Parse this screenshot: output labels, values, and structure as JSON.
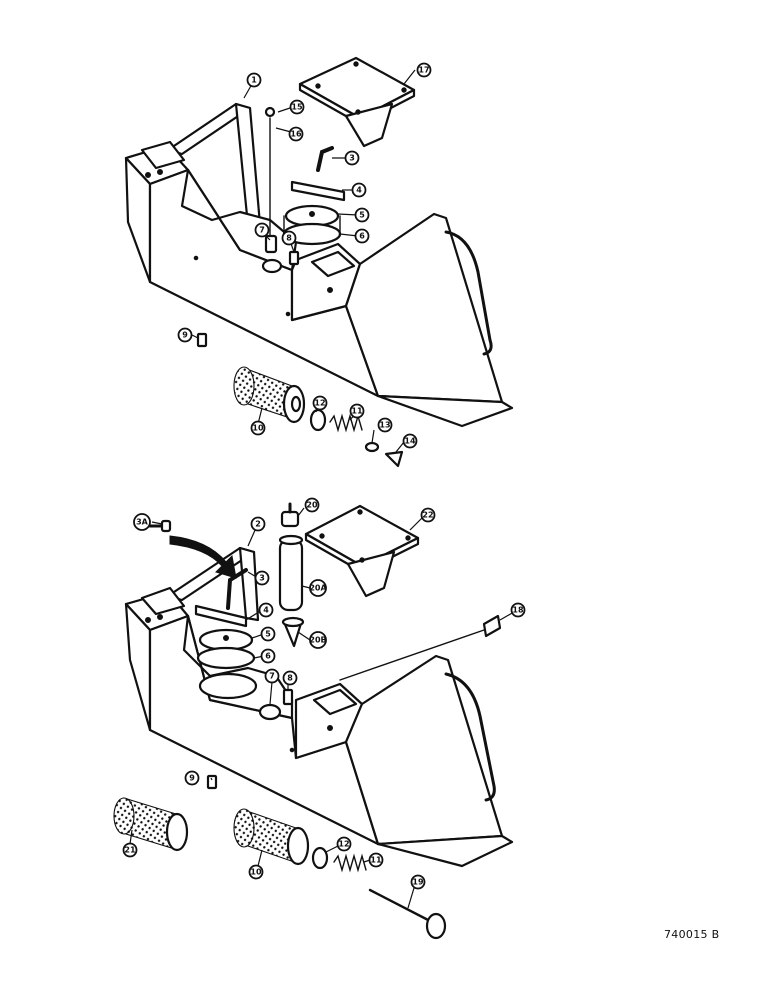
{
  "figure": {
    "reference_code": "740015 B"
  },
  "top_assembly": {
    "callouts": [
      {
        "id": "c1",
        "label": "1"
      },
      {
        "id": "c3",
        "label": "3"
      },
      {
        "id": "c4",
        "label": "4"
      },
      {
        "id": "c5",
        "label": "5"
      },
      {
        "id": "c6",
        "label": "6"
      },
      {
        "id": "c7",
        "label": "7"
      },
      {
        "id": "c8",
        "label": "8"
      },
      {
        "id": "c9",
        "label": "9"
      },
      {
        "id": "c10",
        "label": "10"
      },
      {
        "id": "c11",
        "label": "11"
      },
      {
        "id": "c12",
        "label": "12"
      },
      {
        "id": "c13",
        "label": "13"
      },
      {
        "id": "c14",
        "label": "14"
      },
      {
        "id": "c15",
        "label": "15"
      },
      {
        "id": "c16",
        "label": "16"
      },
      {
        "id": "c17",
        "label": "17"
      }
    ]
  },
  "bottom_assembly": {
    "callouts": [
      {
        "id": "b2",
        "label": "2"
      },
      {
        "id": "b3",
        "label": "3"
      },
      {
        "id": "b3a",
        "label": "3A"
      },
      {
        "id": "b4",
        "label": "4"
      },
      {
        "id": "b5",
        "label": "5"
      },
      {
        "id": "b6",
        "label": "6"
      },
      {
        "id": "b7",
        "label": "7"
      },
      {
        "id": "b8",
        "label": "8"
      },
      {
        "id": "b9",
        "label": "9"
      },
      {
        "id": "b10",
        "label": "10"
      },
      {
        "id": "b11",
        "label": "11"
      },
      {
        "id": "b12",
        "label": "12"
      },
      {
        "id": "b18",
        "label": "18"
      },
      {
        "id": "b19",
        "label": "19"
      },
      {
        "id": "b20",
        "label": "20"
      },
      {
        "id": "b20a",
        "label": "20A"
      },
      {
        "id": "b20b",
        "label": "20B"
      },
      {
        "id": "b21",
        "label": "21"
      },
      {
        "id": "b22",
        "label": "22"
      }
    ]
  }
}
